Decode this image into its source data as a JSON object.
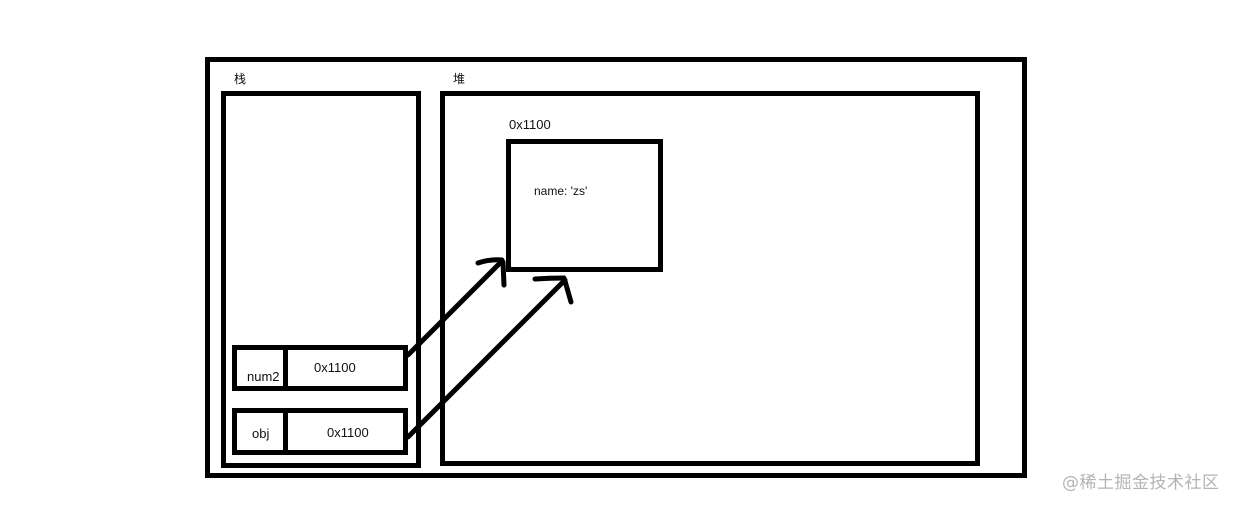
{
  "diagram": {
    "type": "memory-model",
    "stack": {
      "title": "栈",
      "variables": [
        {
          "name": "num2",
          "value": "0x1100"
        },
        {
          "name": "obj",
          "value": "0x1100"
        }
      ]
    },
    "heap": {
      "title": "堆",
      "objects": [
        {
          "address": "0x1100",
          "content": "name: 'zs'"
        }
      ]
    },
    "references": [
      {
        "from": "num2",
        "to": "0x1100"
      },
      {
        "from": "obj",
        "to": "0x1100"
      }
    ],
    "colors": {
      "stroke": "#000000",
      "background": "#ffffff",
      "watermark": "#b4b4b4"
    }
  },
  "watermark": "@稀土掘金技术社区"
}
